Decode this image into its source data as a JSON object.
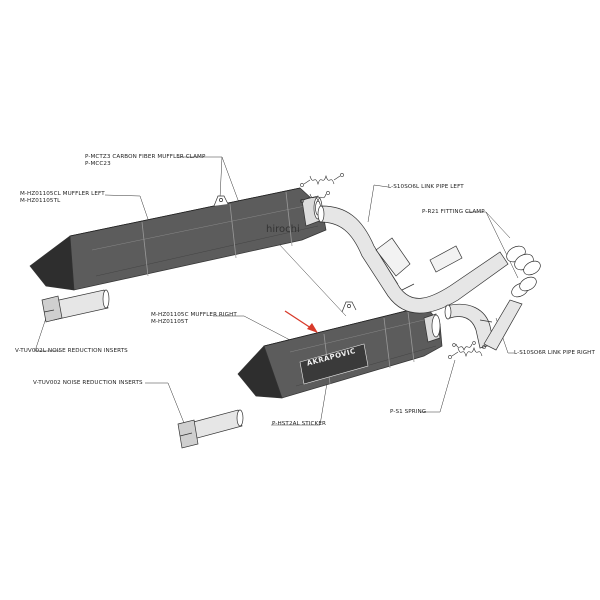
{
  "watermark": "hirochi",
  "brand_logo": "AKRAPOVIC",
  "colors": {
    "line": "#333333",
    "muffler_body": "#5c5c5c",
    "muffler_dark": "#2e2e2e",
    "pipe_fill": "#e6e6e6",
    "arrow": "#d83a2a"
  },
  "labels": {
    "clamp_code_1": "P-MCTZ3  CARBON FIBER MUFFLER CLAMP",
    "clamp_code_2": "P-MCC23",
    "muffler_left_1": "M-HZ01105CL MUFFLER LEFT",
    "muffler_left_2": "M-HZ01105TL",
    "link_pipe_left": "L-S10SO6L LINK PIPE LEFT",
    "fitting_clamp": "P-R21 FITTING CLAMP",
    "muffler_right_1": "M-HZ01105C MUFFLER RIGHT",
    "muffler_right_2": "M-HZ01105T",
    "noise_insert_left": "V-TUV002L NOISE REDUCTION INSERTS",
    "noise_insert": "V-TUV002 NOISE REDUCTION INSERTS",
    "link_pipe_right": "L-S10SO6R LINK PIPE RIGHT",
    "spring": "P-S1 SPRING",
    "sticker": "P-HST2AL STICKER"
  }
}
